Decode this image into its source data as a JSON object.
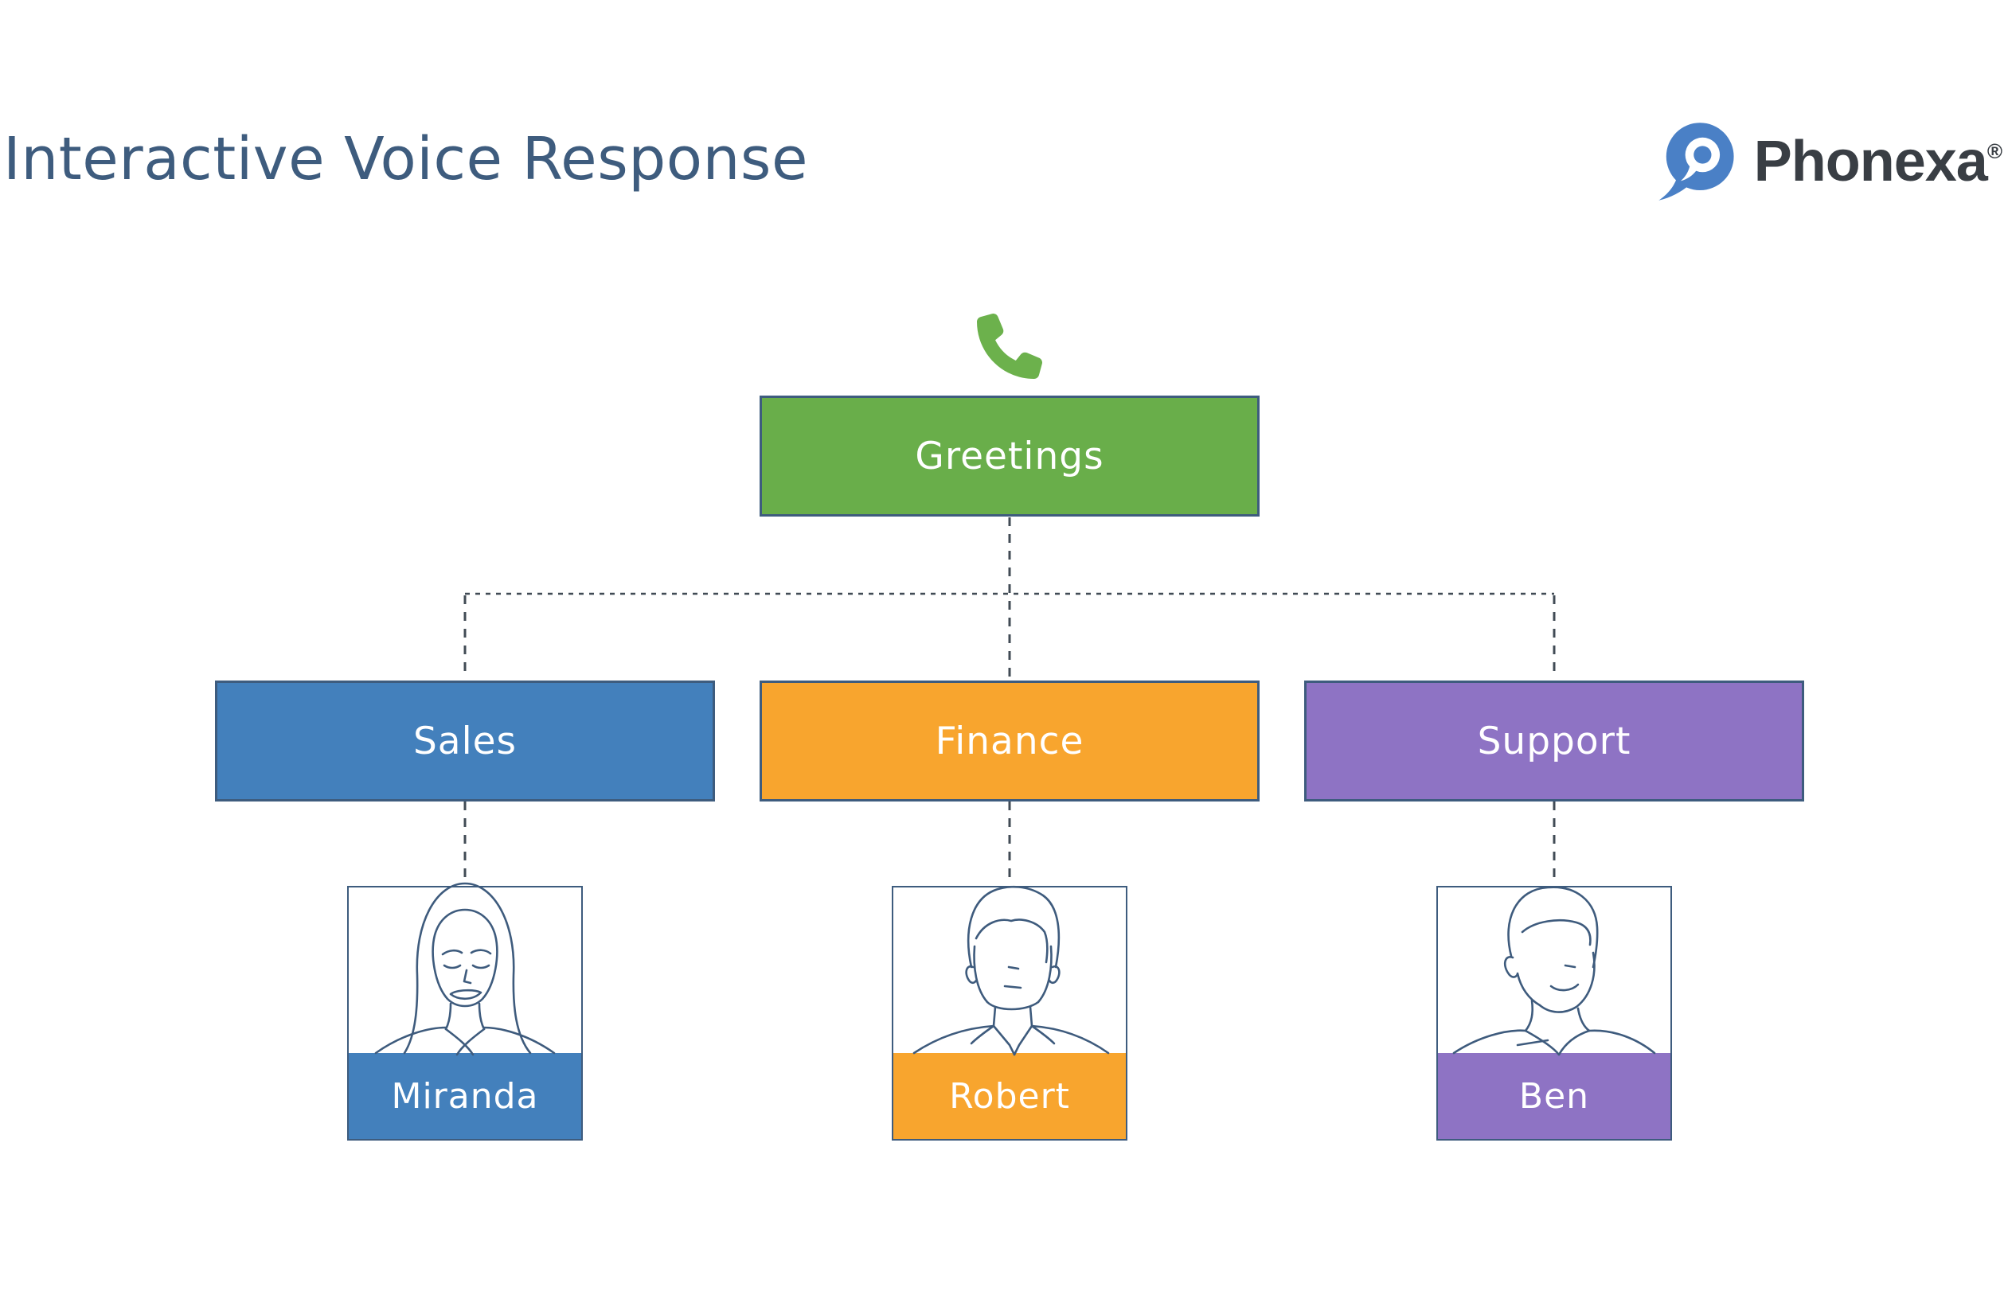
{
  "page": {
    "title": "Interactive Voice Response"
  },
  "brand": {
    "name": "Phonexa",
    "registered_mark": "®",
    "logo_icon": "phonexa-pin-speech-bubble-icon",
    "logo_color": "#4A80C6",
    "text_color": "#393E44"
  },
  "colors": {
    "title_text": "#3E5C7E",
    "box_border": "#3E5C7E",
    "connector": "#414B55",
    "portrait_stroke": "#3E5B7D",
    "phone_icon": "#6CB14C",
    "background": "#FFFFFF"
  },
  "diagram": {
    "phone_icon": "phone-handset-icon",
    "root": {
      "label": "Greetings",
      "color": "#69AE4A"
    },
    "branches": [
      {
        "label": "Sales",
        "color": "#4380BC",
        "agent": {
          "name": "Miranda",
          "portrait": "woman-long-hair-portrait"
        }
      },
      {
        "label": "Finance",
        "color": "#F8A52E",
        "agent": {
          "name": "Robert",
          "portrait": "man-collared-shirt-portrait"
        }
      },
      {
        "label": "Support",
        "color": "#8E73C4",
        "agent": {
          "name": "Ben",
          "portrait": "man-tshirt-portrait"
        }
      }
    ]
  }
}
